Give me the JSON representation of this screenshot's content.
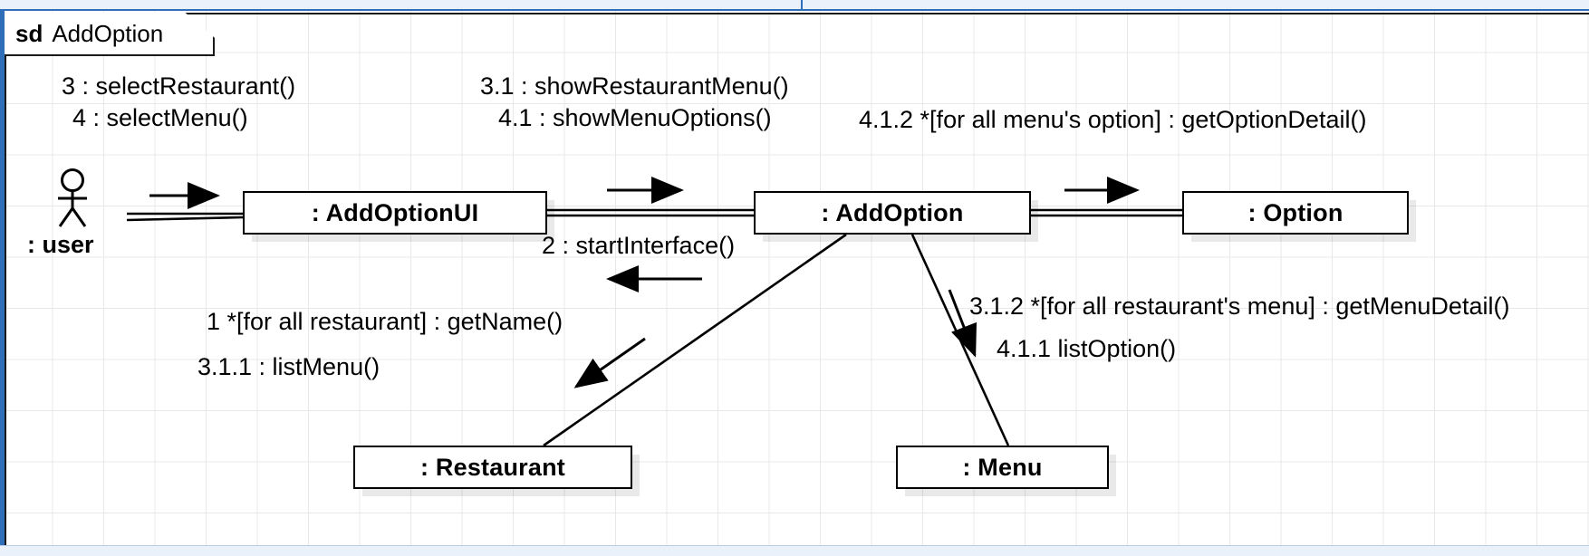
{
  "editor": {
    "accent_color": "#2f6fba",
    "grid_color": "#e8e8e8",
    "background": "#ffffff"
  },
  "frame": {
    "keyword": "sd",
    "name": "AddOption",
    "type": "communication-diagram-frame"
  },
  "actor": {
    "icon": "stick-figure-actor-icon",
    "label": ": user"
  },
  "objects": [
    {
      "id": "addoptionui",
      "label": ": AddOptionUI"
    },
    {
      "id": "addoption",
      "label": ": AddOption"
    },
    {
      "id": "option",
      "label": ": Option"
    },
    {
      "id": "restaurant",
      "label": ": Restaurant"
    },
    {
      "id": "menu",
      "label": ": Menu"
    }
  ],
  "messages": [
    {
      "id": "m3",
      "sequence": "3",
      "label": "3 : selectRestaurant()",
      "from": "user",
      "to": "addoptionui"
    },
    {
      "id": "m4",
      "sequence": "4",
      "label": "4 : selectMenu()",
      "from": "user",
      "to": "addoptionui"
    },
    {
      "id": "m31",
      "sequence": "3.1",
      "label": "3.1 : showRestaurantMenu()",
      "from": "addoptionui",
      "to": "addoption"
    },
    {
      "id": "m41",
      "sequence": "4.1",
      "label": "4.1 : showMenuOptions()",
      "from": "addoptionui",
      "to": "addoption"
    },
    {
      "id": "m412",
      "sequence": "4.1.2",
      "label": "4.1.2 *[for all menu's option] : getOptionDetail()",
      "from": "addoption",
      "to": "option"
    },
    {
      "id": "m2",
      "sequence": "2",
      "label": "2 : startInterface()",
      "from": "addoptionui",
      "to": "addoption"
    },
    {
      "id": "m1",
      "sequence": "1",
      "label": "1 *[for all restaurant] : getName()",
      "from": "restaurant",
      "to": "addoption"
    },
    {
      "id": "m311",
      "sequence": "3.1.1",
      "label": "3.1.1 : listMenu()",
      "from": "restaurant",
      "to": "addoption"
    },
    {
      "id": "m312",
      "sequence": "3.1.2",
      "label": "3.1.2 *[for all restaurant's menu] : getMenuDetail()",
      "from": "addoption",
      "to": "menu"
    },
    {
      "id": "m411",
      "sequence": "4.1.1",
      "label": "4.1.1 listOption()",
      "from": "addoption",
      "to": "menu"
    }
  ]
}
